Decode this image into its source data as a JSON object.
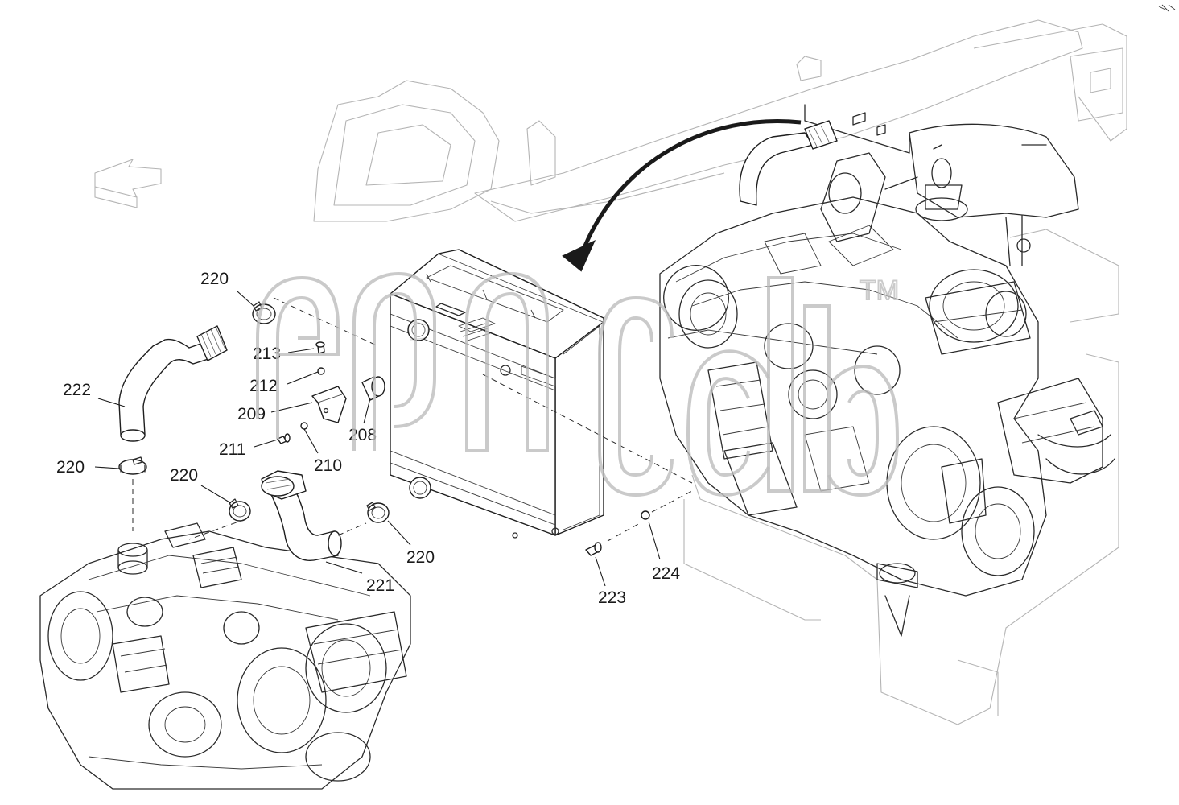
{
  "diagram": {
    "callouts": [
      {
        "id": "c-220a",
        "label": "220"
      },
      {
        "id": "c-213",
        "label": "213"
      },
      {
        "id": "c-212",
        "label": "212"
      },
      {
        "id": "c-209",
        "label": "209"
      },
      {
        "id": "c-208",
        "label": "208"
      },
      {
        "id": "c-222",
        "label": "222"
      },
      {
        "id": "c-211",
        "label": "211"
      },
      {
        "id": "c-210",
        "label": "210"
      },
      {
        "id": "c-220b",
        "label": "220"
      },
      {
        "id": "c-220c",
        "label": "220"
      },
      {
        "id": "c-220d",
        "label": "220"
      },
      {
        "id": "c-221",
        "label": "221"
      },
      {
        "id": "c-223",
        "label": "223"
      },
      {
        "id": "c-224",
        "label": "224"
      }
    ],
    "watermark": {
      "mark": "TM"
    },
    "icons": {
      "direction_arrow": "forward-direction-arrow-icon",
      "install_arrow": "installation-arrow-icon"
    },
    "colors": {
      "line": "#1e1e1e",
      "ghost": "#b4b4b4",
      "background": "#ffffff"
    }
  }
}
